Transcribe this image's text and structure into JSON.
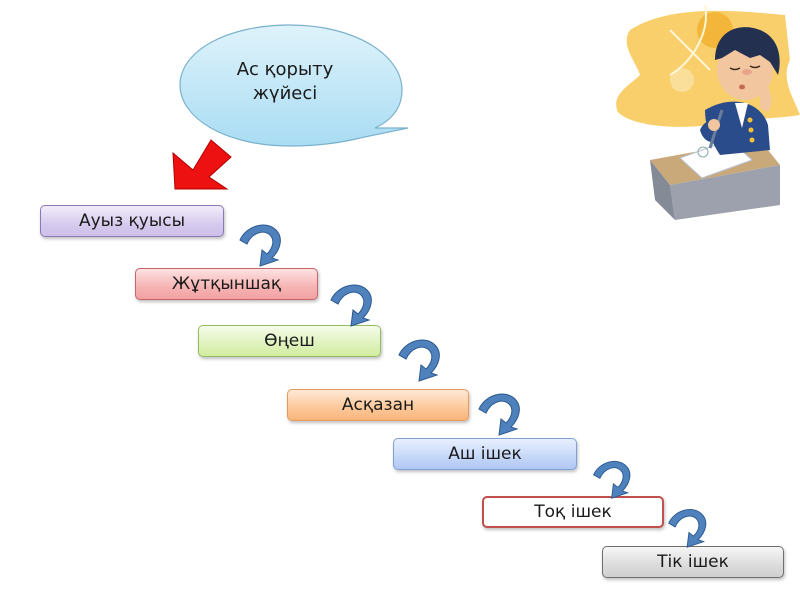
{
  "title_bubble": {
    "line1": "Ас қорыту",
    "line2": "жүйесі",
    "color": "#bfe6f7"
  },
  "pointer_arrow": {
    "icon": "red-arrow-down-left-icon",
    "color": "#ee1111"
  },
  "steps": [
    {
      "label": "Ауыз қуысы",
      "color": "#d7cbee"
    },
    {
      "label": "Жұтқыншақ",
      "color": "#f6b3b3"
    },
    {
      "label": "Өңеш",
      "color": "#dff2bd"
    },
    {
      "label": "Асқазан",
      "color": "#fcc898"
    },
    {
      "label": "Аш ішек",
      "color": "#c5d7f8"
    },
    {
      "label": "Тоқ ішек",
      "color": "#ffffff"
    },
    {
      "label": "Тік ішек",
      "color": "#dcdcdc"
    }
  ],
  "connector_icon": "curved-arrow-down-icon",
  "connector_color": "#4f81bd",
  "illustration": {
    "icon": "student-dozing-at-desk-illustration"
  }
}
